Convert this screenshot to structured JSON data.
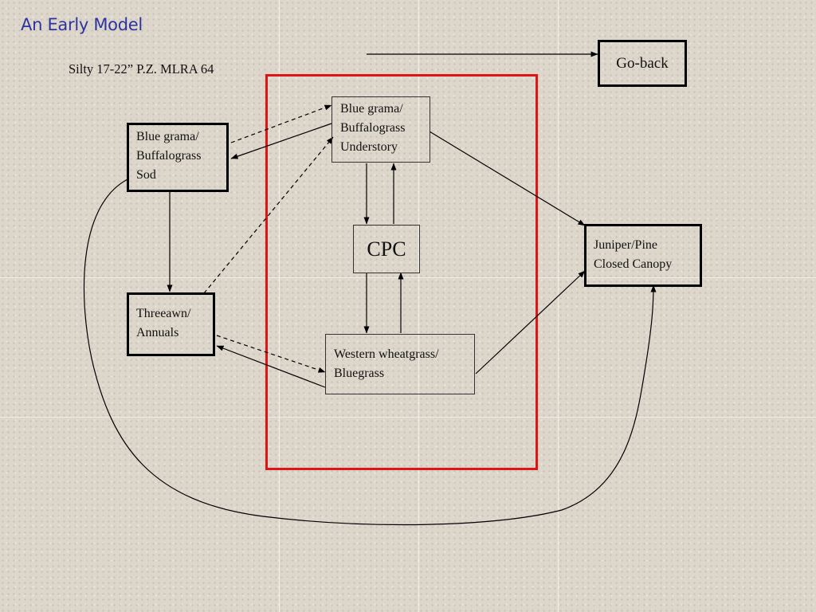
{
  "slide": {
    "title": "An Early Model",
    "subtitle": "Silty 17-22” P.Z. MLRA 64"
  },
  "nav": {
    "go_back_label": "Go-back"
  },
  "diagram": {
    "frame_color": "#e01414",
    "title_color": "#2e33a0",
    "nodes": {
      "sod": [
        "Blue grama/",
        "Buffalograss",
        "Sod"
      ],
      "understory": [
        "Blue grama/",
        "Buffalograss",
        "Understory"
      ],
      "cpc": "CPC",
      "threeawn": [
        "Threeawn/",
        "Annuals"
      ],
      "wheatgrass": [
        "Western wheatgrass/",
        "Bluegrass"
      ],
      "juniper": [
        "Juniper/Pine",
        "Closed Canopy"
      ]
    }
  }
}
